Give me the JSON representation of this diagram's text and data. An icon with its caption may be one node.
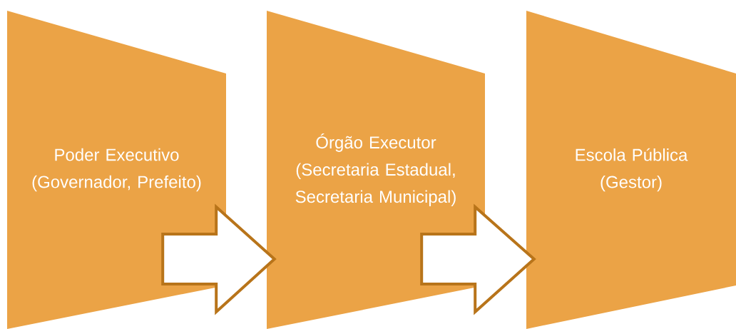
{
  "diagram": {
    "nodes": [
      {
        "text": [
          "Poder Executivo",
          "(Governador, Prefeito)"
        ]
      },
      {
        "text": [
          "Órgão Executor",
          "(Secretaria Estadual, Secretaria Municipal)"
        ]
      },
      {
        "text": [
          "Escola Pública",
          "(Gestor)"
        ]
      }
    ],
    "edges": [
      {
        "from": 0,
        "to": 1,
        "arrow": "to"
      },
      {
        "from": 1,
        "to": 2,
        "arrow": "to"
      }
    ]
  }
}
